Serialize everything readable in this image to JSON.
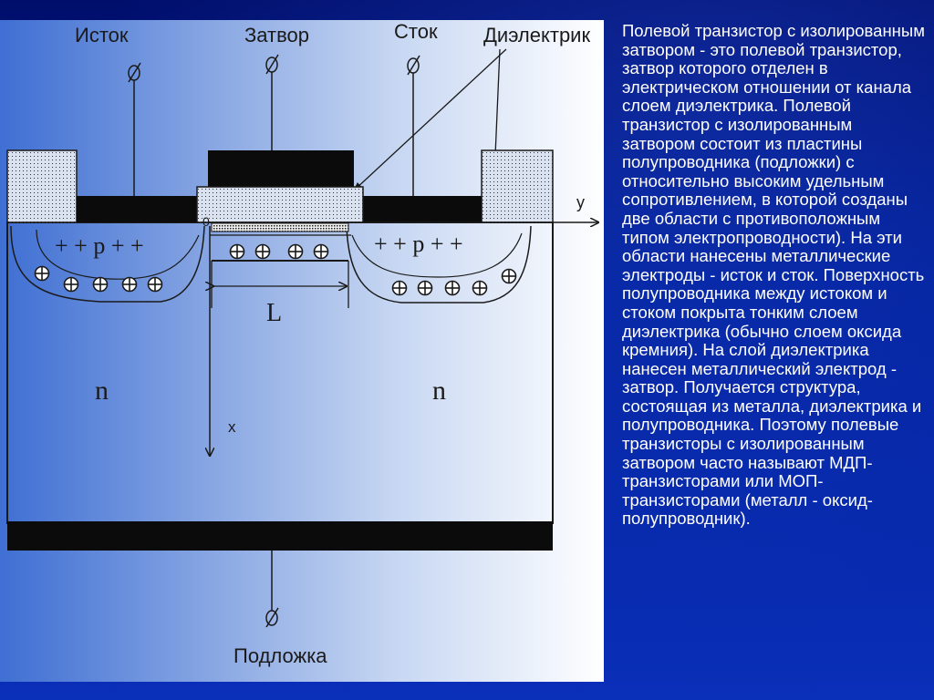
{
  "diagram": {
    "labels": {
      "source": "Исток",
      "gate": "Затвор",
      "drain": "Сток",
      "dielectric": "Диэлектрик",
      "substrate": "Подложка",
      "p_left": "+ + p + +",
      "p_right": "+ + p + +",
      "n_left": "n",
      "n_right": "n",
      "length": "L",
      "axis_y": "y",
      "axis_x": "x",
      "origin": "0"
    }
  },
  "description": {
    "text": "Полевой транзистор с изолированным затвором - это полевой транзистор, затвор которого отделен в электрическом отношении от канала слоем диэлектрика. Полевой транзистор с изолированным затвором состоит из пластины полупроводника (подложки) с относительно высоким удельным сопротивлением, в которой созданы две области с противоположным типом электропроводности). На эти области нанесены металлические электроды - исток и сток. Поверхность полупроводника между истоком и стоком покрыта тонким слоем диэлектрика (обычно слоем оксида кремния). На слой диэлектрика нанесен металлический электрод - затвор. Получается структура, состоящая из металла, диэлектрика и полупроводника. Поэтому полевые транзисторы с изолированным затвором часто называют МДП- транзисторами или МОП- транзисторами (металл - оксид-полупроводник)."
  },
  "colors": {
    "slide_background": "#00157a",
    "text": "#ffffff",
    "ink": "#1a1a1a"
  }
}
